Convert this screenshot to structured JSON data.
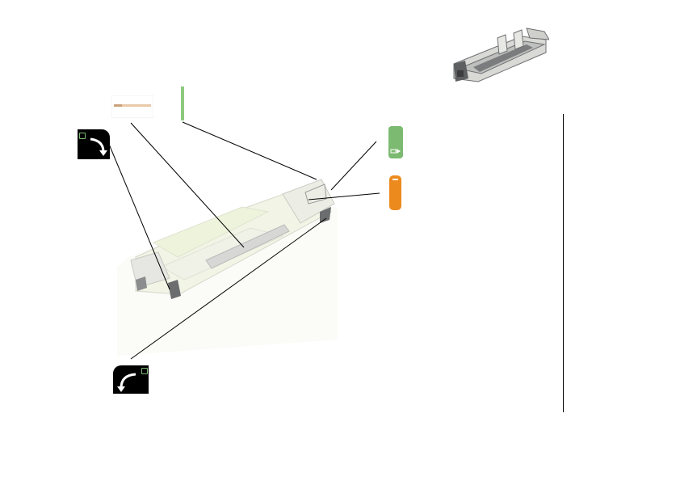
{
  "figure": {
    "parts": [
      {
        "id": "lever-top-left",
        "icon": "rotate-arrow-icon"
      },
      {
        "id": "lever-bottom-left",
        "icon": "rotate-arrow-icon"
      },
      {
        "id": "green-latch",
        "icon": "green-latch-tag"
      },
      {
        "id": "orange-release",
        "icon": "orange-release-tag"
      }
    ],
    "colors": {
      "green": "#7cba72",
      "orange": "#ec8a1e",
      "line": "#000000",
      "part_fill": "#f4f5ec",
      "part_stroke": "#c9cbc3",
      "dark_part": "#6b6d6e"
    }
  }
}
